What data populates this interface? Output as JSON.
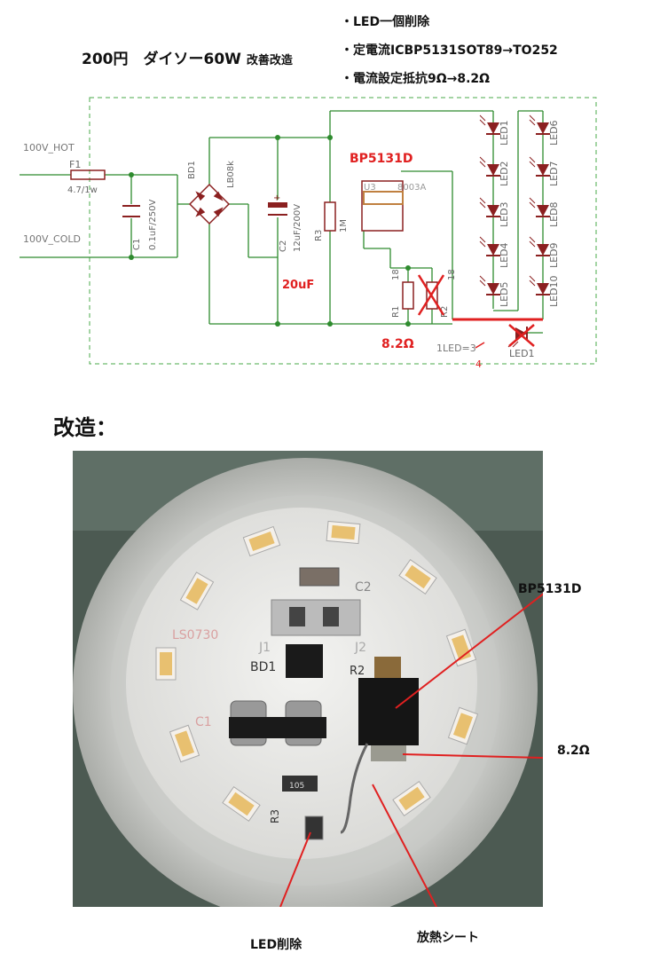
{
  "header": {
    "title_main": "200円　ダイソー60W",
    "title_sub": "改善改造",
    "notes": [
      "・LED一個削除",
      "・定電流ICBP5131SOT89→TO252",
      "・電流設定抵抗9Ω→8.2Ω"
    ]
  },
  "schematic": {
    "net_hot": "100V_HOT",
    "net_cold": "100V_COLD",
    "fuse_ref": "F1",
    "fuse_val": "4.7/1w",
    "c1_ref": "C1",
    "c1_val": "0.1uF/250V",
    "bd1_ref": "BD1",
    "bd1_val": "LB08k",
    "c2_ref": "C2",
    "c2_val": "12uF/200V",
    "c2_new": "20uF",
    "r3_ref": "R3",
    "r3_val": "1M",
    "ic_new": "BP5131D",
    "ic_ref": "U3",
    "ic_val": "8003A",
    "r1_ref": "R1",
    "r1_val": "18",
    "r2_ref": "R2",
    "r2_val": "18",
    "r_new": "8.2Ω",
    "led_note": "1LED=3",
    "led_note_new": "4",
    "led_removed": "LED1",
    "leds_left": [
      "LED1",
      "LED2",
      "LED3",
      "LED4",
      "LED5"
    ],
    "leds_right": [
      "LED6",
      "LED7",
      "LED8",
      "LED9",
      "LED10"
    ],
    "colors": {
      "wire": "#2e8b2e",
      "dot": "#2e8b2e",
      "component": "#8b2020",
      "accent": "#e02020",
      "dashed": "#4aa84a"
    }
  },
  "section": {
    "heading": "改造："
  },
  "photo": {
    "pcb_labels": [
      "C2",
      "LS0730",
      "J1",
      "J2",
      "BD1",
      "C1",
      "R3",
      "105",
      "R2"
    ],
    "callouts": {
      "ic": "BP5131D",
      "resistor": "8.2Ω",
      "led_removed": "LED削除",
      "heat_sheet": "放熱シート"
    }
  }
}
